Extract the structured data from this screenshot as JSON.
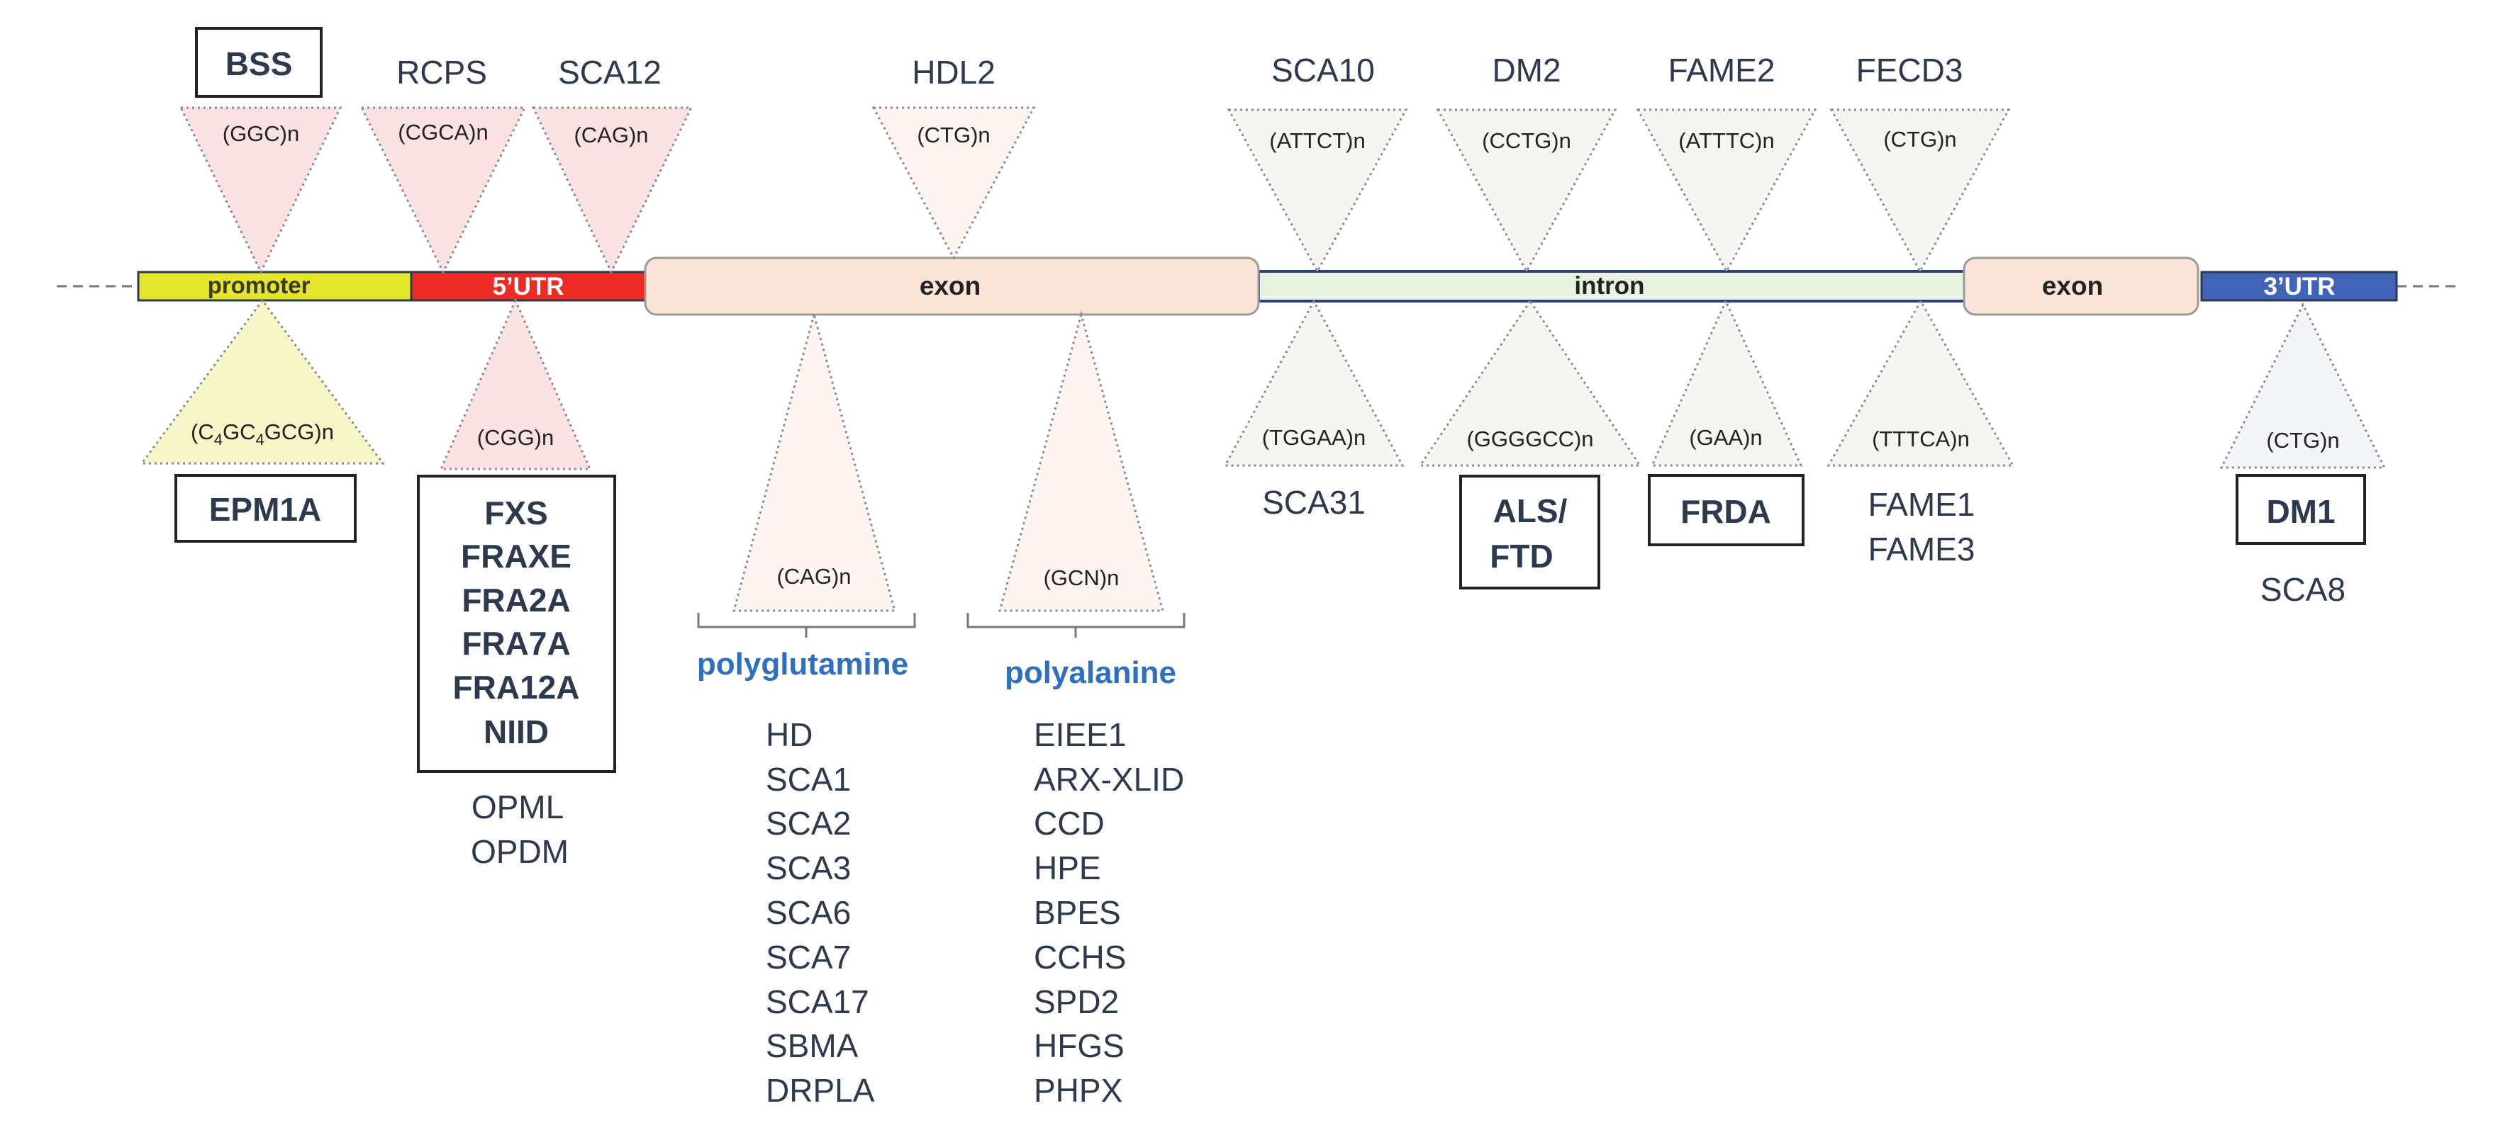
{
  "gene": {
    "promoter": "promoter",
    "utr5": "5’UTR",
    "exon1": "exon",
    "intron": "intron",
    "exon2": "exon",
    "utr3": "3’UTR"
  },
  "repeats": {
    "ggc": "(GGC)n",
    "cgca": "(CGCA)n",
    "cag_top": "(CAG)n",
    "ctg_hdl2": "(CTG)n",
    "attct": "(ATTCT)n",
    "cctg": "(CCTG)n",
    "atttc": "(ATTTC)n",
    "ctg_fecd3": "(CTG)n",
    "c4gc4gcg": {
      "p1": "(C",
      "s1": "4",
      "p2": "GC",
      "s2": "4",
      "p3": "GCG)n"
    },
    "cgg": "(CGG)n",
    "cag_polyq": "(CAG)n",
    "gcn": "(GCN)n",
    "tggaa": "(TGGAA)n",
    "ggggcc": "(GGGGCC)n",
    "gaa": "(GAA)n",
    "tttca": "(TTTCA)n",
    "ctg_dm1": "(CTG)n"
  },
  "diseases": {
    "bss": "BSS",
    "rcps": "RCPS",
    "sca12": "SCA12",
    "hdl2": "HDL2",
    "sca10": "SCA10",
    "dm2": "DM2",
    "fame2": "FAME2",
    "fecd3": "FECD3",
    "epm1a": "EPM1A",
    "cgg_boxed": [
      "FXS",
      "FRAXE",
      "FRA2A",
      "FRA7A",
      "FRA12A",
      "NIID"
    ],
    "cgg_plain": [
      "OPML",
      "OPDM"
    ],
    "sca31": "SCA31",
    "als_ftd": [
      "ALS/",
      "FTD"
    ],
    "frda": "FRDA",
    "fame13": [
      "FAME1",
      "FAME3"
    ],
    "dm1": "DM1",
    "sca8": "SCA8"
  },
  "groups": {
    "polyglutamine": {
      "label": "polyglutamine",
      "items": [
        "HD",
        "SCA1",
        "SCA2",
        "SCA3",
        "SCA6",
        "SCA7",
        "SCA17",
        "SBMA",
        "DRPLA"
      ]
    },
    "polyalanine": {
      "label": "polyalanine",
      "items": [
        "EIEE1",
        "ARX-XLID",
        "CCD",
        "HPE",
        "BPES",
        "CCHS",
        "SPD2",
        "HFGS",
        "PHPX"
      ]
    }
  },
  "colors": {
    "promoter": "#e4e62b",
    "utr5": "#ee2a24",
    "exon": "#f9e5d7",
    "intron": "#e9f2de",
    "utr3": "#4164b9",
    "label": "#2d3a4e",
    "group_label": "#2f6fc0"
  }
}
